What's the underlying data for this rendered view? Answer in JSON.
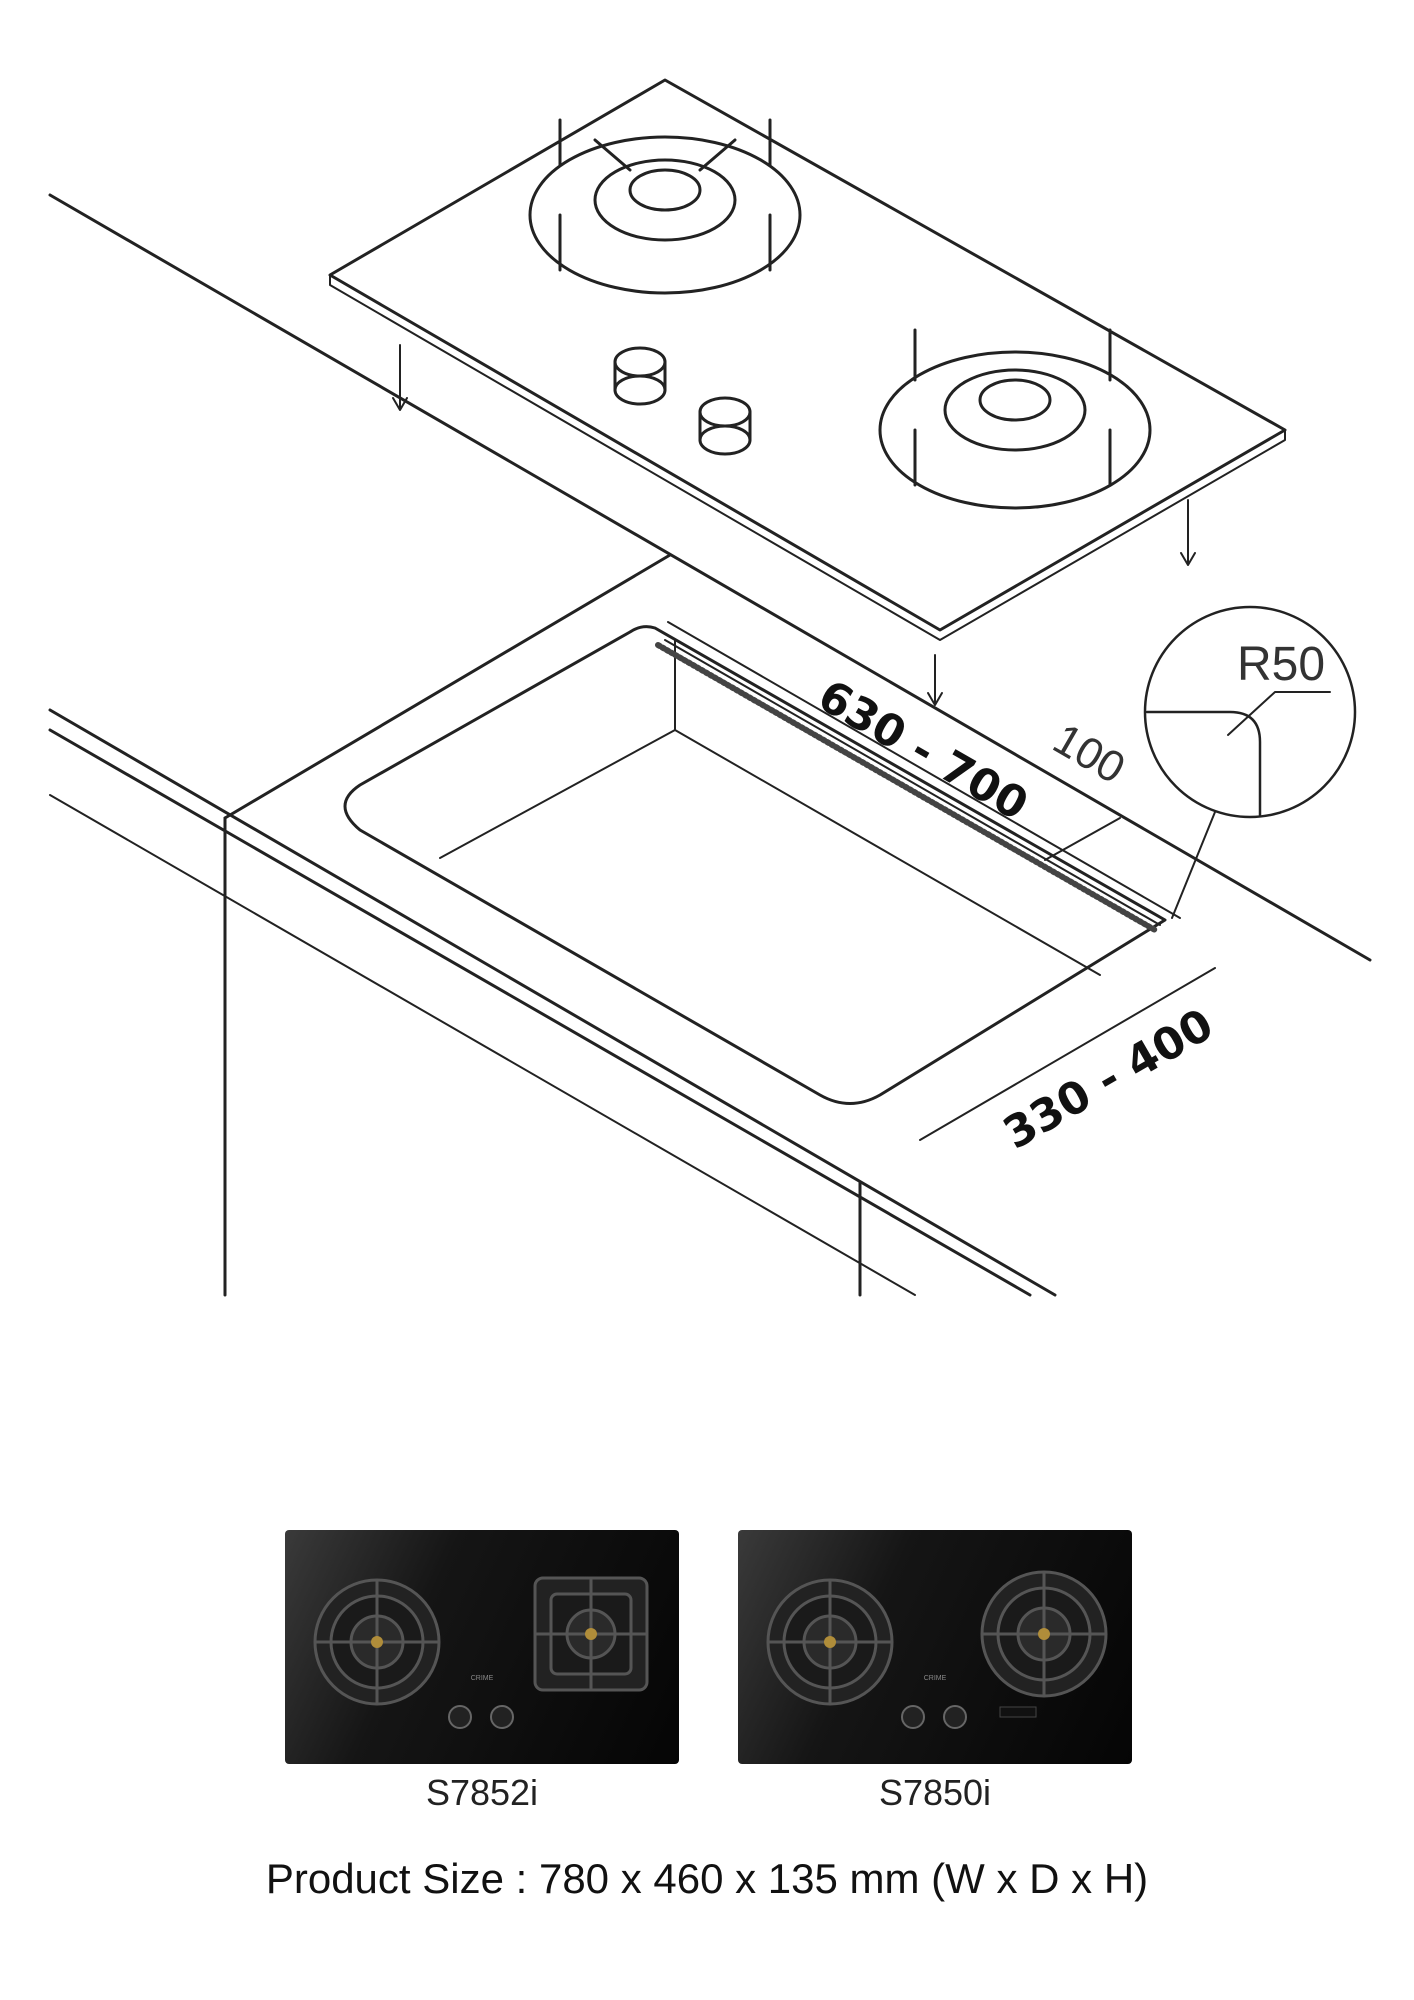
{
  "diagram": {
    "dim_length": "630 - 700",
    "dim_width": "330 - 400",
    "dim_offset": "100",
    "radius_label": "R50"
  },
  "products": [
    {
      "model": "S7852i",
      "brand_mark": "CRIME"
    },
    {
      "model": "S7850i",
      "brand_mark": "CRIME"
    }
  ],
  "caption": "Product Size : 780 x 460 x 135 mm (W x D x H)"
}
